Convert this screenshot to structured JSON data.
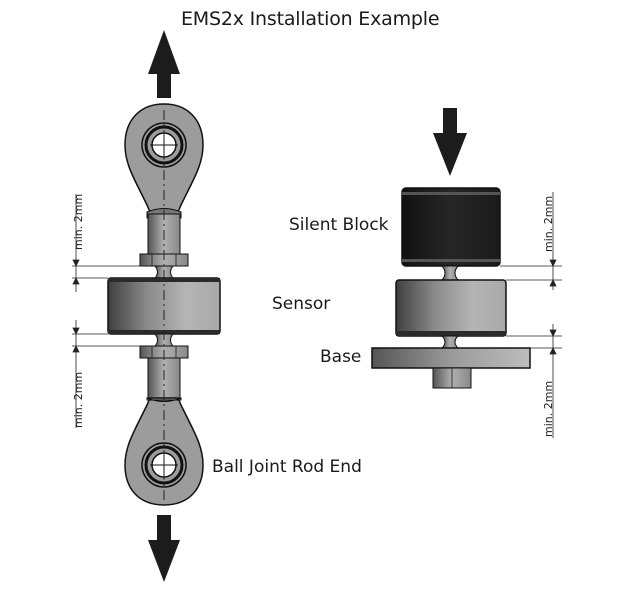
{
  "title": "EMS2x Installation Example",
  "labels": {
    "silent_block": "Silent Block",
    "sensor": "Sensor",
    "base": "Base",
    "ball_joint_rod_end": "Ball Joint Rod End"
  },
  "dimensions": {
    "left_upper": "min. 2mm",
    "left_lower": "min. 2mm",
    "right_upper": "min. 2mm",
    "right_lower": "min. 2mm"
  },
  "icons": {
    "left_top_arrow": "arrow-up-icon",
    "left_bottom_arrow": "arrow-down-icon",
    "right_top_arrow": "arrow-down-icon"
  },
  "colors": {
    "arrow": "#1c1c1c",
    "silent_block": "#1e1e1e",
    "sensor_dark": "#4a4a4a",
    "sensor_light": "#b8b8b8",
    "rod_end": "#9a9a9a",
    "outline": "#111111"
  }
}
